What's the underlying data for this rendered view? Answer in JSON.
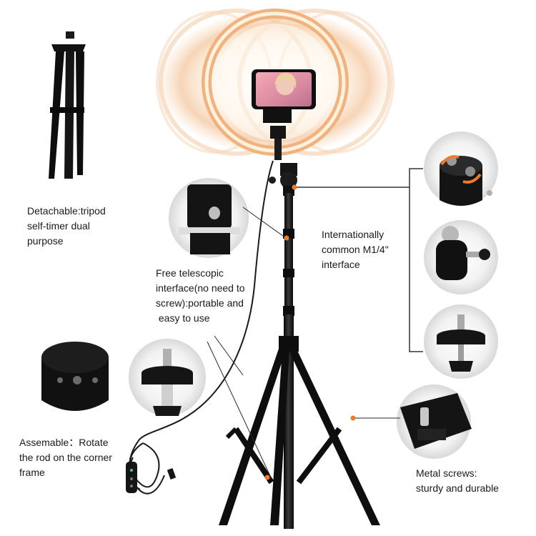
{
  "labels": {
    "detachable": [
      "Detachable:tripod",
      "self-timer dual",
      "purpose"
    ],
    "telescopic": [
      "Free telescopic",
      "interface(no need to",
      "screw):portable and",
      " easy to use"
    ],
    "interface": [
      "Internationally",
      "common M1/4\"",
      "interface"
    ],
    "assemable": [
      "Assemable：Rotate",
      "the rod on the corner",
      "frame"
    ],
    "metal_screws": [
      "Metal screws:",
      "sturdy and durable"
    ]
  },
  "colors": {
    "ring_glow": "#f3c9a0",
    "ring_core": "#fbe6c8",
    "metal_dark": "#151515",
    "callout_dot": "#f07a2a",
    "leader_line": "#2a2a2a",
    "bracket": "#333333"
  },
  "icons": {
    "detail_circles": [
      "rotating-head-icon",
      "ball-head-knob-icon",
      "threaded-screw-icon",
      "telescopic-joint-icon",
      "base-plate-icon",
      "tripod-screw-icon",
      "metal-screw-icon"
    ]
  }
}
